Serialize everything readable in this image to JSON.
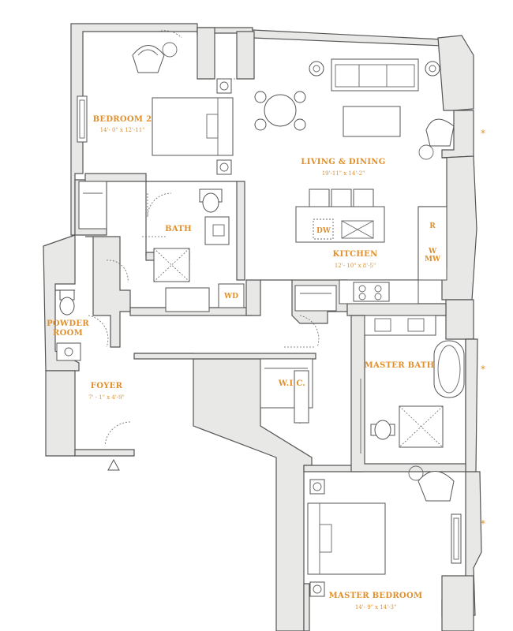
{
  "rooms": {
    "bedroom2": {
      "name": "BEDROOM 2",
      "dims": "14'- 0\" x 12'-11\""
    },
    "living": {
      "name": "LIVING & DINING",
      "dims": "19'-11\" x 14'-2\""
    },
    "bath": {
      "name": "BATH"
    },
    "kitchen": {
      "name": "KITCHEN",
      "dims": "12'- 10\" x 8'-5\""
    },
    "powder_line1": "POWDER",
    "powder_line2": "ROOM",
    "foyer": {
      "name": "FOYER",
      "dims": "7' - 1\" x 4'-9\""
    },
    "wic": {
      "name": "W.I.C."
    },
    "master_bath": {
      "name": "MASTER BATH"
    },
    "master_bedroom": {
      "name": "MASTER BEDROOM",
      "dims": "14'- 9\" x 14'-3\""
    }
  },
  "appliances": {
    "dw": "DW",
    "wd": "WD",
    "r": "R",
    "w": "W",
    "mw": "MW"
  },
  "markers": {
    "star": "*"
  },
  "colors": {
    "accent": "#e0902c",
    "wall_fill": "#e8e8e6",
    "line": "#555555"
  }
}
